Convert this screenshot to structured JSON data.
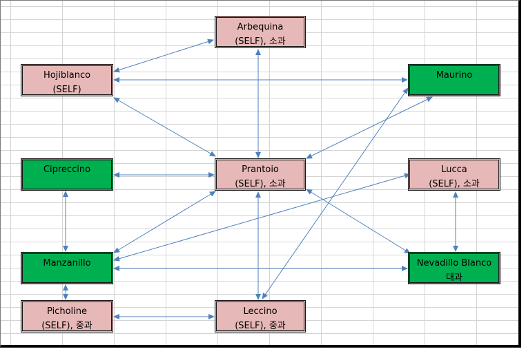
{
  "diagram": {
    "colors": {
      "pink": "#e6b8b7",
      "green": "#00b050",
      "edge": "#4f81bd",
      "grid": "#d4d4d4"
    },
    "nodes": [
      {
        "id": "arbequina",
        "label": "Arbequina",
        "sub": "(SELF), 소과",
        "color": "pink"
      },
      {
        "id": "hojiblanco",
        "label": "Hojiblanco",
        "sub": "(SELF)",
        "color": "pink"
      },
      {
        "id": "maurino",
        "label": "Maurino",
        "sub": "",
        "color": "green"
      },
      {
        "id": "cipreccino",
        "label": "Cipreccino",
        "sub": "",
        "color": "green"
      },
      {
        "id": "prantoio",
        "label": "Prantoio",
        "sub": "(SELF), 소과",
        "color": "pink"
      },
      {
        "id": "lucca",
        "label": "Lucca",
        "sub": "(SELF), 소과",
        "color": "pink"
      },
      {
        "id": "manzanillo",
        "label": "Manzanillo",
        "sub": "",
        "color": "green"
      },
      {
        "id": "nevadillo",
        "label": "Nevadillo Blanco",
        "sub": "대과",
        "color": "green"
      },
      {
        "id": "picholine",
        "label": "Picholine",
        "sub": "(SELF), 중과",
        "color": "pink"
      },
      {
        "id": "leccino",
        "label": "Leccino",
        "sub": "(SELF), 중과",
        "color": "pink"
      }
    ],
    "edges": [
      [
        "hojiblanco",
        "arbequina"
      ],
      [
        "hojiblanco",
        "maurino"
      ],
      [
        "hojiblanco",
        "prantoio"
      ],
      [
        "arbequina",
        "prantoio"
      ],
      [
        "maurino",
        "prantoio"
      ],
      [
        "cipreccino",
        "prantoio"
      ],
      [
        "cipreccino",
        "manzanillo"
      ],
      [
        "prantoio",
        "manzanillo"
      ],
      [
        "prantoio",
        "leccino"
      ],
      [
        "prantoio",
        "nevadillo"
      ],
      [
        "lucca",
        "manzanillo"
      ],
      [
        "lucca",
        "nevadillo"
      ],
      [
        "manzanillo",
        "nevadillo"
      ],
      [
        "manzanillo",
        "picholine"
      ],
      [
        "picholine",
        "leccino"
      ],
      [
        "maurino",
        "leccino"
      ]
    ]
  }
}
